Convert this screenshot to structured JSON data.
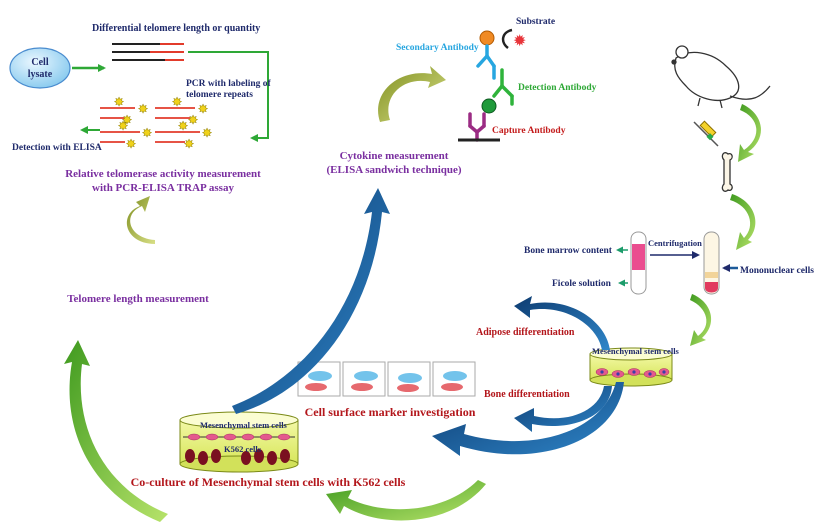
{
  "colors": {
    "navy": "#1f2a6b",
    "purple": "#7a2fa0",
    "darkred": "#b3161b",
    "green": "#2ea836",
    "cyan": "#27a6e0",
    "lime": "#7dc242",
    "blue_arrow": "#1d5b9a",
    "olive": "#a8b93a"
  },
  "telomere": {
    "cell_lysate": [
      "Cell",
      "lysate"
    ],
    "differential": "Differential telomere length or quantity",
    "pcr_label": [
      "PCR with labeling of",
      "telomere repeats"
    ],
    "detection": "Detection with ELISA",
    "trap_title": [
      "Relative telomerase activity measurement",
      "with PCR-ELISA TRAP assay"
    ]
  },
  "elisa": {
    "substrate": "Substrate",
    "secondary": "Secondary Antibody",
    "detection": "Detection Antibody",
    "capture": "Capture Antibody",
    "title": [
      "Cytokine measurement",
      "(ELISA sandwich technique)"
    ]
  },
  "isolation": {
    "bone_marrow": "Bone marrow content",
    "centrifugation": "Centrifugation",
    "mononuclear": "Mononuclear cells",
    "ficole": "Ficole solution",
    "adipose": "Adipose differentiation",
    "bone_diff": "Bone differentiation",
    "msc_dish": "Mesenchymal stem cells"
  },
  "main": {
    "telomere_length": "Telomere length measurement",
    "surface_marker": "Cell surface marker investigation",
    "coculture_msc": "Mesenchymal stem cells",
    "k562": "K562 cells",
    "coculture_title": "Co-culture of Mesenchymal stem cells with K562 cells"
  }
}
